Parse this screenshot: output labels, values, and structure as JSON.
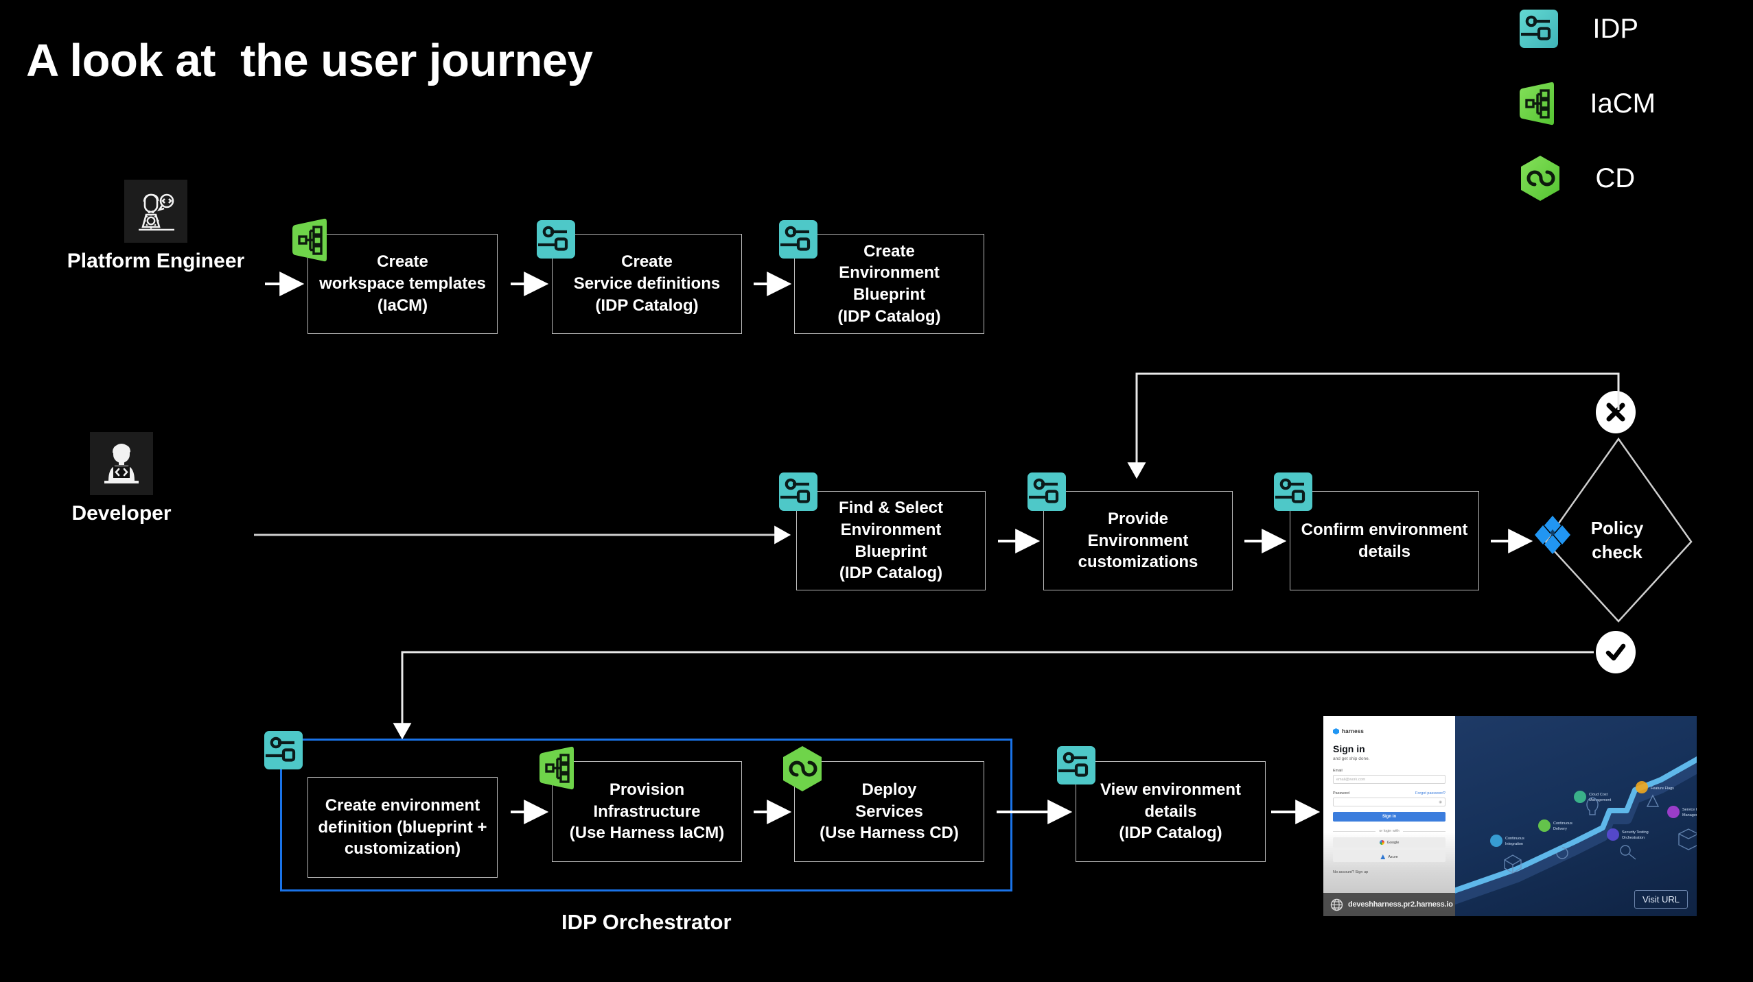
{
  "title": "A look at  the user journey",
  "legend": [
    {
      "label": "IDP",
      "icon": "idp-product-icon",
      "color": "#4ec8c8"
    },
    {
      "label": "IaCM",
      "icon": "iacm-product-icon",
      "color": "#6fd44a"
    },
    {
      "label": "CD",
      "icon": "cd-product-icon",
      "color": "#6fd44a"
    }
  ],
  "personas": [
    {
      "id": "platform-engineer",
      "label": "Platform Engineer"
    },
    {
      "id": "developer",
      "label": "Developer"
    }
  ],
  "rows": {
    "platform_engineer": [
      {
        "badge": "iacm",
        "text": "Create\nworkspace templates\n(IaCM)"
      },
      {
        "badge": "idp",
        "text": "Create\nService definitions\n(IDP Catalog)"
      },
      {
        "badge": "idp",
        "text": "Create\nEnvironment Blueprint\n(IDP Catalog)"
      }
    ],
    "developer": [
      {
        "badge": "idp",
        "text": "Find & Select\nEnvironment Blueprint\n(IDP Catalog)"
      },
      {
        "badge": "idp",
        "text": "Provide\nEnvironment\ncustomizations"
      },
      {
        "badge": "idp",
        "text": "Confirm environment\ndetails"
      }
    ],
    "orchestrator": [
      {
        "badge": "idp",
        "text": "Create environment\ndefinition (blueprint +\ncustomization)"
      },
      {
        "badge": "iacm",
        "text": "Provision\nInfrastructure\n(Use Harness IaCM)"
      },
      {
        "badge": "cd",
        "text": "Deploy\nServices\n(Use Harness CD)"
      }
    ],
    "after_orchestrator": [
      {
        "badge": "idp",
        "text": "View environment\ndetails\n(IDP Catalog)"
      }
    ]
  },
  "decision": {
    "label": "Policy\ncheck",
    "icon": "opa-policy-icon",
    "fail_icon": "x-circle-icon",
    "pass_icon": "check-circle-icon",
    "accent": "#2196f3"
  },
  "orchestrator_group": {
    "label": "IDP Orchestrator",
    "border_color": "#1a73e8"
  },
  "thumbnail": {
    "brand": "harness",
    "heading": "Sign in",
    "subheading": "and get ship done.",
    "email_label": "Email",
    "email_placeholder": "email@work.com",
    "password_label": "Password",
    "forgot_link": "Forgot password?",
    "submit_label": "Sign in",
    "divider_label": "or login with",
    "oauth": [
      "Google",
      "Azure"
    ],
    "signup_text": "No account? Sign up",
    "url": "deveshharness.pr2.harness.io",
    "visit_button": "Visit URL",
    "illustration_labels": [
      "Continuous Integration",
      "Continuous Delivery",
      "Cloud Cost Management",
      "Security Testing Orchestration",
      "Feature Flags",
      "Service Reliability Management"
    ]
  }
}
